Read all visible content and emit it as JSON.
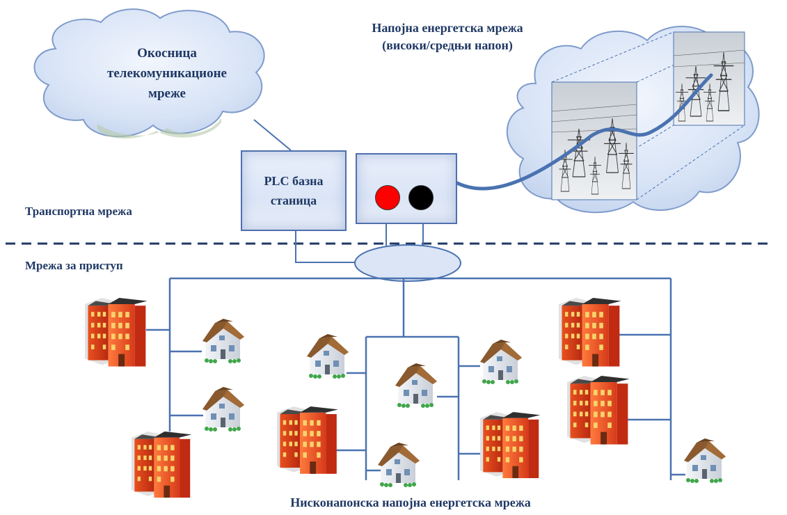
{
  "diagram": {
    "backbone_cloud": {
      "label_lines": [
        "Окосница",
        "телекомуникационе",
        "мреже"
      ]
    },
    "power_grid_title": {
      "lines": [
        "Напојна енергетска мрежа",
        "(високи/средњи напон)"
      ]
    },
    "plc_box": {
      "label_lines": [
        "PLC базна",
        "станица"
      ]
    },
    "transport_label": "Транспортна мрежа",
    "access_label": "Мрежа за приступ",
    "bottom_label": "Нисконапонска напојна енергетска мрежа",
    "colors": {
      "line": "#4a72b0",
      "cloud_fill": "#d8e4f6",
      "cloud_stroke": "#7f9bcb",
      "text": "#1f3864",
      "red_indicator": "#ff0000",
      "black_indicator": "#000000"
    }
  }
}
